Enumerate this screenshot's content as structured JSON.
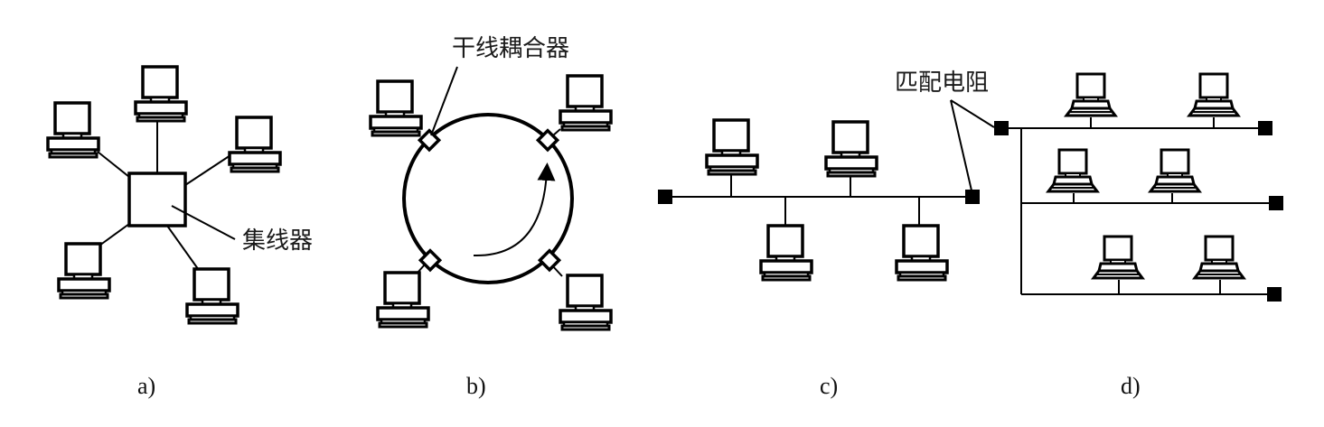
{
  "figure": {
    "panels": [
      {
        "id": "a",
        "caption": "a)",
        "topology": "star",
        "labels": {
          "hub": "集线器"
        },
        "node_count": 5
      },
      {
        "id": "b",
        "caption": "b)",
        "topology": "ring",
        "labels": {
          "coupler": "干线耦合器"
        },
        "node_count": 4,
        "flow_direction": "counter-clockwise"
      },
      {
        "id": "c",
        "caption": "c)",
        "topology": "bus",
        "labels": {
          "terminator": "匹配电阻"
        },
        "node_count": 4,
        "terminator_count": 2
      },
      {
        "id": "d",
        "caption": "d)",
        "topology": "tree",
        "node_count": 6,
        "branch_count": 3,
        "terminator_count": 4
      }
    ]
  },
  "colors": {
    "stroke": "#000000",
    "background": "#ffffff",
    "text": "#1a1a1a"
  }
}
